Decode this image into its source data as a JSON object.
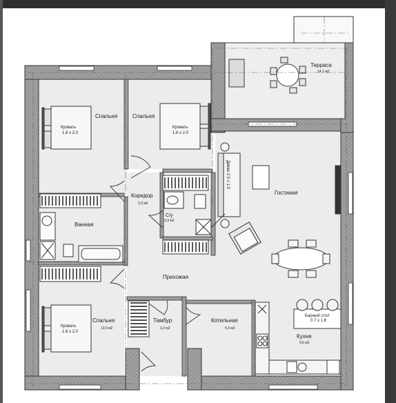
{
  "rooms": {
    "terrace": {
      "name": "Терраса",
      "area": "14,2 м2"
    },
    "bedroom1": {
      "name": "Спальня",
      "bed_label": "Кровать",
      "bed_size": "1.8 x 2.0"
    },
    "bedroom2": {
      "name": "Спальня",
      "bed_label": "Кровать",
      "bed_size": "1.8 x 2.0"
    },
    "bedroom3": {
      "name": "Спальня",
      "area": "13,0 м2",
      "bed_label": "Кровать",
      "bed_size": "1.8 x 2.0"
    },
    "corridor": {
      "name": "Коридор",
      "area": "3,3 м2"
    },
    "wc": {
      "name": "С/у",
      "area": "3,3 м2"
    },
    "bathroom": {
      "name": "Ванная"
    },
    "hallway": {
      "name": "Прихожая"
    },
    "vestibule": {
      "name": "Тамбур",
      "area": "3,3 м2"
    },
    "boiler": {
      "name": "Котельная",
      "area": "5,4 м2"
    },
    "living": {
      "name": "Гостиная",
      "sofa_label": "Диван 2.5 x 1.0"
    },
    "kitchen": {
      "name": "Кухня",
      "area": "9,6 м2",
      "bar_label": "Барный стол",
      "bar_size": "0.7 x 1.8"
    }
  },
  "colors": {
    "wall_fill": "#9e9e9e",
    "room_fill": "#ececec",
    "line": "#222222",
    "background": "#ffffff",
    "frame": "#2a2a2a"
  }
}
